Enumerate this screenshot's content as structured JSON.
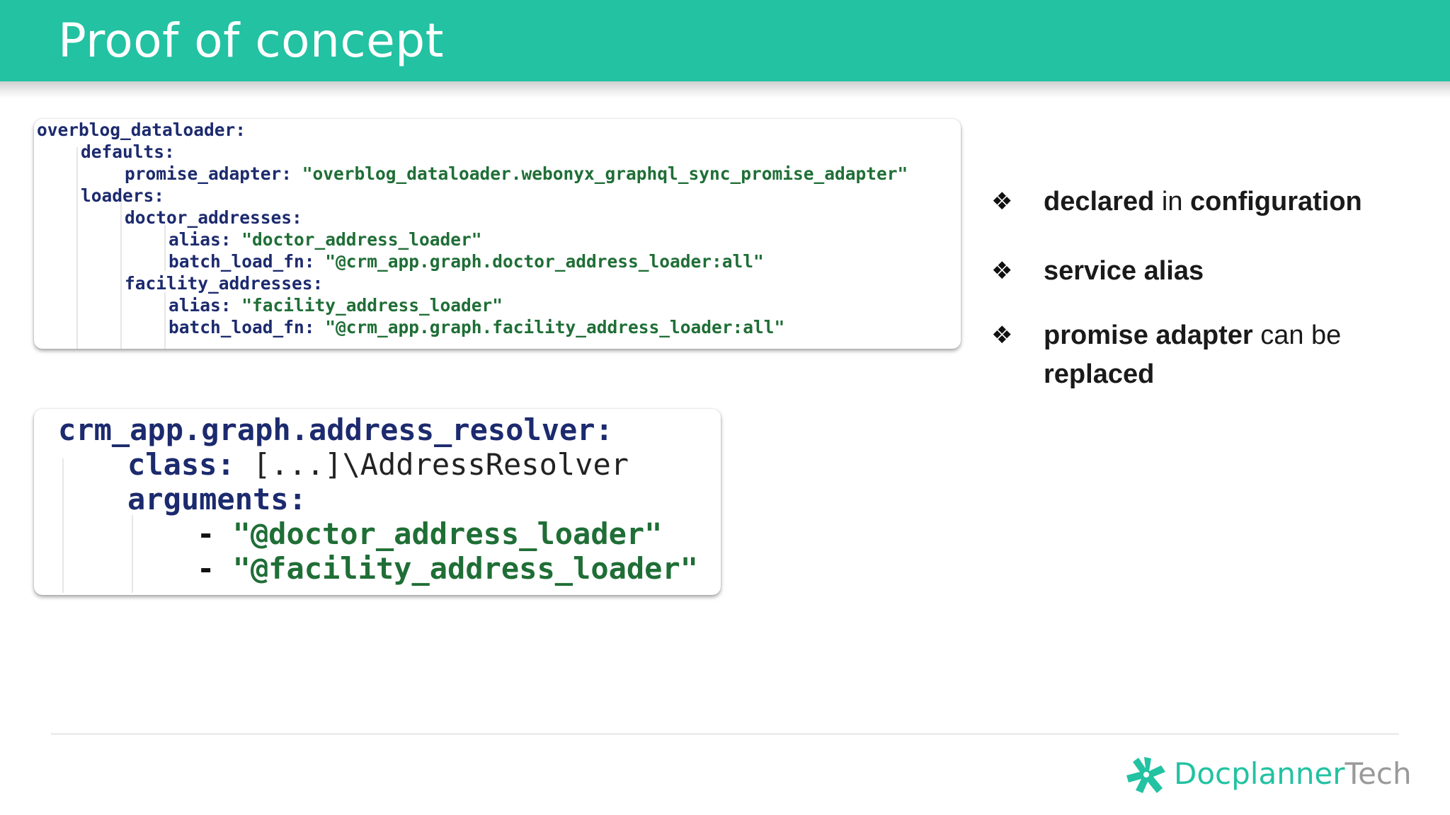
{
  "slide": {
    "title": "Proof of concept"
  },
  "config_snippet": {
    "root_key": "overblog_dataloader:",
    "defaults_key": "defaults:",
    "promise_adapter_key": "promise_adapter:",
    "promise_adapter_value": "\"overblog_dataloader.webonyx_graphql_sync_promise_adapter\"",
    "loaders_key": "loaders:",
    "doctor_addresses_key": "doctor_addresses:",
    "doctor_alias_key": "alias:",
    "doctor_alias_value": "\"doctor_address_loader\"",
    "doctor_batch_key": "batch_load_fn:",
    "doctor_batch_value": "\"@crm_app.graph.doctor_address_loader:all\"",
    "facility_addresses_key": "facility_addresses:",
    "facility_alias_key": "alias:",
    "facility_alias_value": "\"facility_address_loader\"",
    "facility_batch_key": "batch_load_fn:",
    "facility_batch_value": "\"@crm_app.graph.facility_address_loader:all\""
  },
  "service_snippet": {
    "service_key": "crm_app.graph.address_resolver:",
    "class_key": "class:",
    "class_value": "[...]\\AddressResolver",
    "arguments_key": "arguments:",
    "dash": "-",
    "arg1": "\"@doctor_address_loader\"",
    "arg2": "\"@facility_address_loader\""
  },
  "bullets": {
    "glyph": "❖",
    "b1_bold1": "declared",
    "b1_normal": " in ",
    "b1_bold2": "configuration",
    "b2_bold": "service alias",
    "b3_bold1": "promise adapter",
    "b3_normal": " can be ",
    "b3_bold2": "replaced"
  },
  "footer": {
    "logo_part1": "Docplanner",
    "logo_part2": "Tech",
    "logo_icon": "docplanner-star-icon",
    "brand_color": "#22c2a2"
  }
}
